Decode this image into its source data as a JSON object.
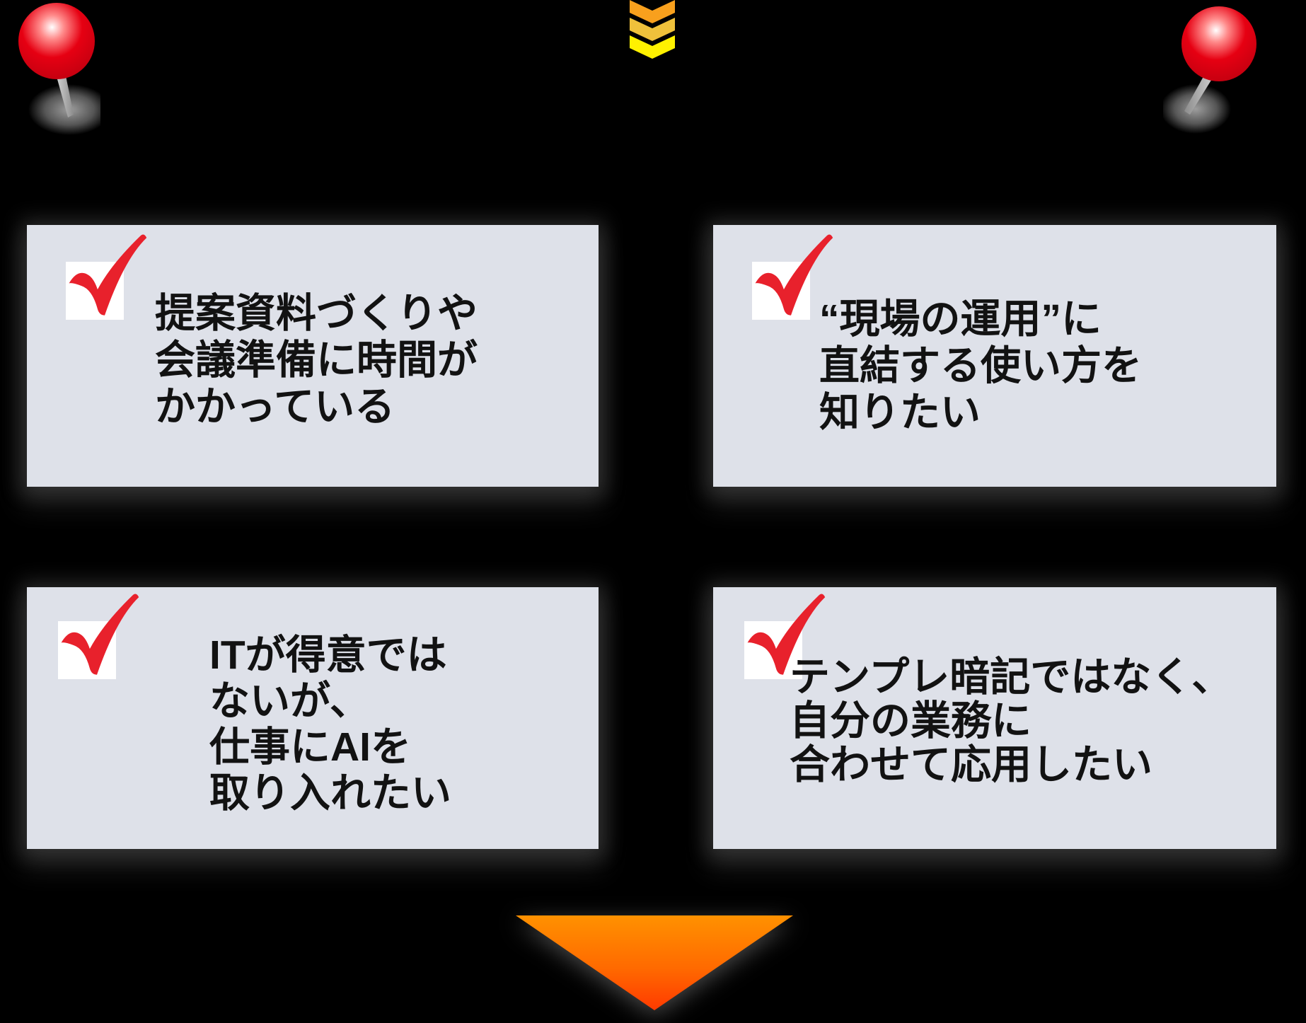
{
  "title_area": {
    "left_pin_icon": "red-pushpin",
    "right_pin_icon": "red-pushpin",
    "center_icon": "triple-chevron-down"
  },
  "boxes": [
    {
      "id": "pain-1",
      "checked": true,
      "lines": [
        "提案資料づくりや",
        "会議準備に時間が",
        "かかっている"
      ]
    },
    {
      "id": "pain-2",
      "checked": true,
      "lines": [
        "“現場の運用”に",
        "直結する使い方を",
        "知りたい"
      ]
    },
    {
      "id": "pain-3",
      "checked": true,
      "lines": [
        "ITが得意では",
        "ないが、",
        "仕事にAIを",
        "取り入れたい"
      ]
    },
    {
      "id": "pain-4",
      "checked": true,
      "lines": [
        "テンプレ暗記ではなく、",
        "自分の業務に",
        "合わせて応用したい"
      ]
    }
  ],
  "footer": {
    "arrow_icon": "big-gradient-down-arrow"
  },
  "colors": {
    "background": "#000000",
    "card_background": "#DEE1E9",
    "text": "#121212",
    "checkmark_red": "#E8212C",
    "pin_red": "#E60012",
    "chevron_orange": "#F8A01D",
    "chevron_gold": "#EFC13B",
    "chevron_yellow": "#FFF100",
    "arrow_gradient_top": "#FF9100",
    "arrow_gradient_bottom": "#FF3A00"
  }
}
